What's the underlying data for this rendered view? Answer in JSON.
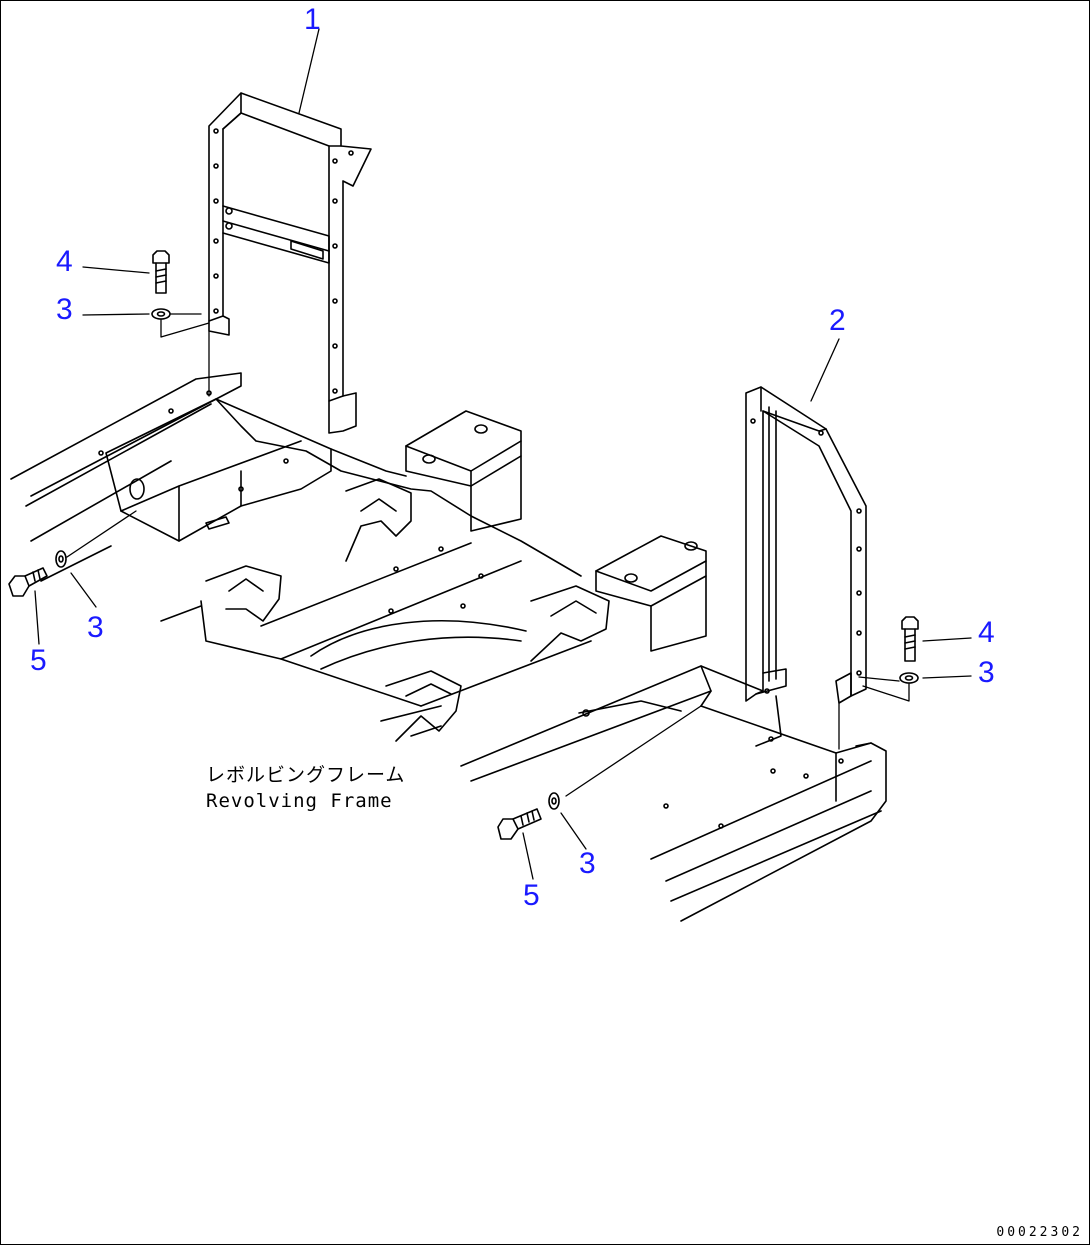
{
  "callouts": {
    "part_1": "1",
    "part_2": "2",
    "part_3a": "3",
    "part_3b": "3",
    "part_3c": "3",
    "part_3d": "3",
    "part_4a": "4",
    "part_4b": "4",
    "part_5a": "5",
    "part_5b": "5"
  },
  "frame_label": {
    "japanese": "レボルビングフレーム",
    "english": "Revolving Frame"
  },
  "drawing_number": "00022302",
  "colors": {
    "callout": "#1a1aff",
    "line": "#000000",
    "background": "#ffffff"
  }
}
